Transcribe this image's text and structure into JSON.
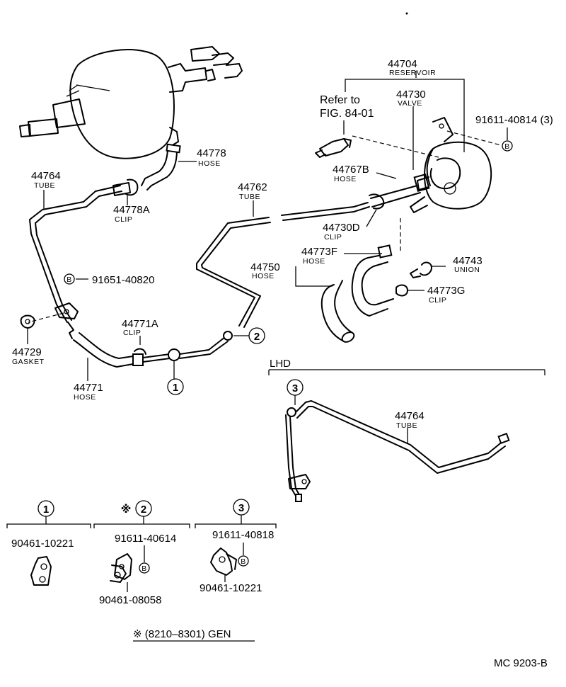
{
  "labels": {
    "reservoir_no": "44704",
    "reservoir_name": "RESERVOIR",
    "valve_no": "44730",
    "valve_name": "VALVE",
    "refer_to": "Refer to",
    "fig_ref": "FIG. 84-01",
    "bolt_res": "91611-40814 (3)",
    "hose_44767b": "44767B",
    "hose_44767b_name": "HOSE",
    "hose_44778": "44778",
    "hose_44778_name": "HOSE",
    "tube_44764": "44764",
    "tube_44764_name": "TUBE",
    "clip_44778a": "44778A",
    "clip_44778a_name": "CLIP",
    "tube_44762": "44762",
    "tube_44762_name": "TUBE",
    "clip_44730d": "44730D",
    "clip_44730d_name": "CLIP",
    "hose_44773f": "44773F",
    "hose_44773f_name": "HOSE",
    "hose_44750": "44750",
    "hose_44750_name": "HOSE",
    "union_44743": "44743",
    "union_44743_name": "UNION",
    "clip_44773g": "44773G",
    "clip_44773g_name": "CLIP",
    "bolt_91651": "91651-40820",
    "gasket_44729": "44729",
    "gasket_44729_name": "GASKET",
    "clip_44771a": "44771A",
    "clip_44771a_name": "CLIP",
    "hose_44771": "44771",
    "hose_44771_name": "HOSE",
    "lhd": "LHD",
    "lhd_tube": "44764",
    "lhd_tube_name": "TUBE",
    "d1_num": "1",
    "d1_part": "90461-10221",
    "d2_mark": "※",
    "d2_num": "2",
    "d2_bolt": "91611-40614",
    "d2_clamp": "90461-08058",
    "d3_num": "3",
    "d3_bolt": "91611-40818",
    "d3_clamp": "90461-10221",
    "callout_1": "1",
    "callout_2": "2",
    "callout_3": "3",
    "bolt_mark": "B",
    "footnote": "※ (8210–8301) GEN",
    "fig_code": "MC  9203-B"
  }
}
